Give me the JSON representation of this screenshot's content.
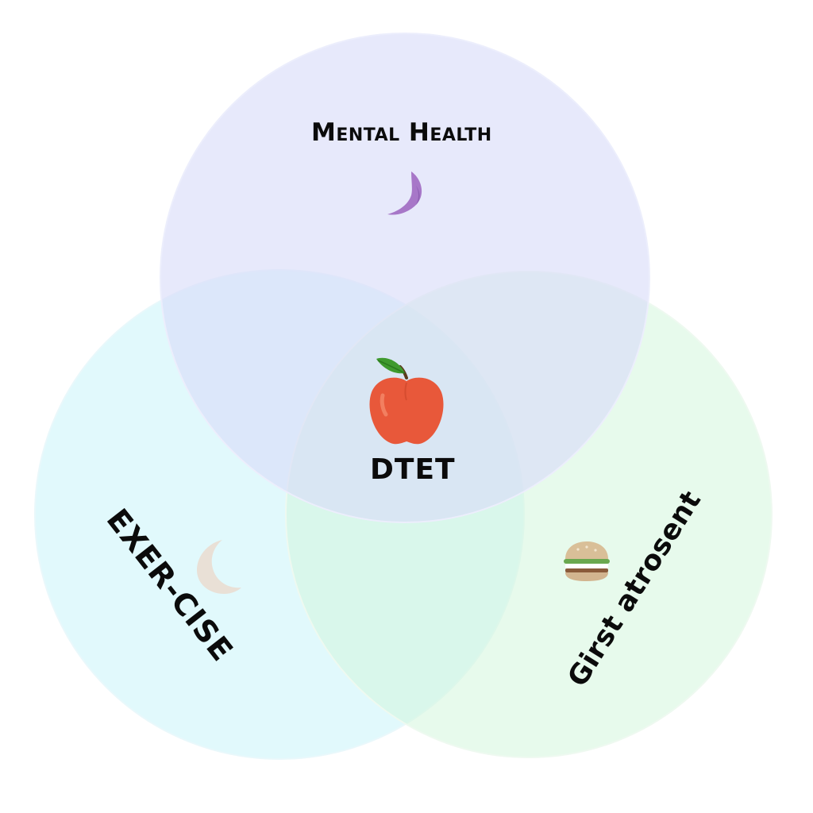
{
  "diagram": {
    "sets": [
      {
        "id": "mental",
        "label": "Mental Health",
        "color": "#e6e8fb"
      },
      {
        "id": "exercise",
        "label": "EXER-CISE",
        "color": "#dcf7fb"
      },
      {
        "id": "right",
        "label": "Girst atrosent",
        "color": "#e3f8e9"
      }
    ],
    "center": {
      "label": "DTET"
    },
    "icons": {
      "mental": "crescent-swoosh-icon",
      "center": "apple-icon",
      "exercise": "moon-icon",
      "right": "burger-icon"
    },
    "colors": {
      "apple_red": "#e8583a",
      "leaf_green": "#3f9a2e",
      "swoosh_purple": "#a777c8",
      "moon_beige": "#e9e0d6",
      "bun_tan": "#d9bf98"
    }
  }
}
